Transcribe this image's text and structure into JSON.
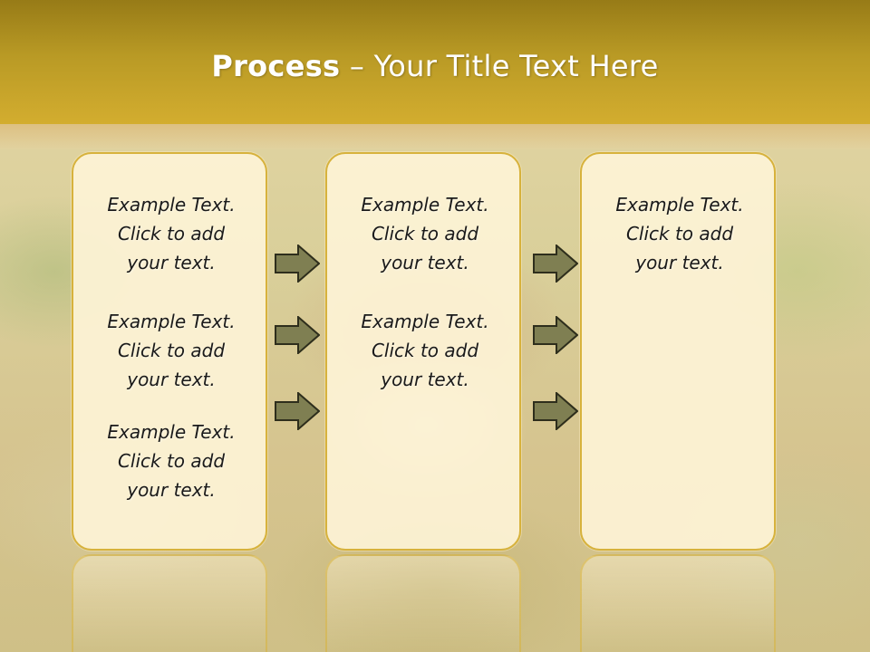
{
  "title": {
    "bold": "Process",
    "rest": " – Your Title Text Here"
  },
  "columns": [
    {
      "items": [
        [
          "Example Text.",
          "Click  to add",
          "your text."
        ],
        [
          "Example Text.",
          "Click  to add",
          "your text."
        ],
        [
          "Example Text.",
          "Click  to add",
          "your text."
        ]
      ]
    },
    {
      "items": [
        [
          "Example Text.",
          "Click  to add",
          "your text."
        ],
        [
          "Example Text.",
          "Click  to add",
          "your text."
        ]
      ]
    },
    {
      "items": [
        [
          "Example Text.",
          "Click  to add",
          "your text."
        ]
      ]
    }
  ],
  "colors": {
    "header": "#b99a25",
    "card_border": "#d7b23c",
    "arrow_fill": "#7f7f52"
  },
  "icons": {
    "arrow": "right-arrow-icon"
  }
}
